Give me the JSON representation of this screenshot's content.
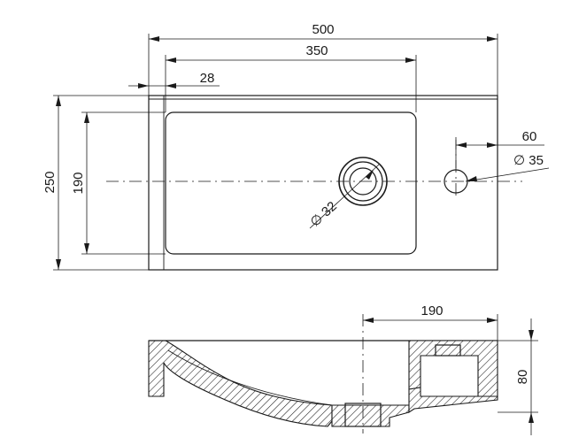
{
  "dimensions": {
    "overall_width": "500",
    "bowl_width": "350",
    "edge_offset": "28",
    "overall_depth": "250",
    "bowl_depth": "190",
    "tap_hole_offset": "60",
    "tap_hole_diameter": "∅ 35",
    "drain_diameter": "∅ 32",
    "section_width": "190",
    "section_height": "80"
  },
  "colors": {
    "line": "#1a1a1a",
    "background": "#ffffff"
  }
}
